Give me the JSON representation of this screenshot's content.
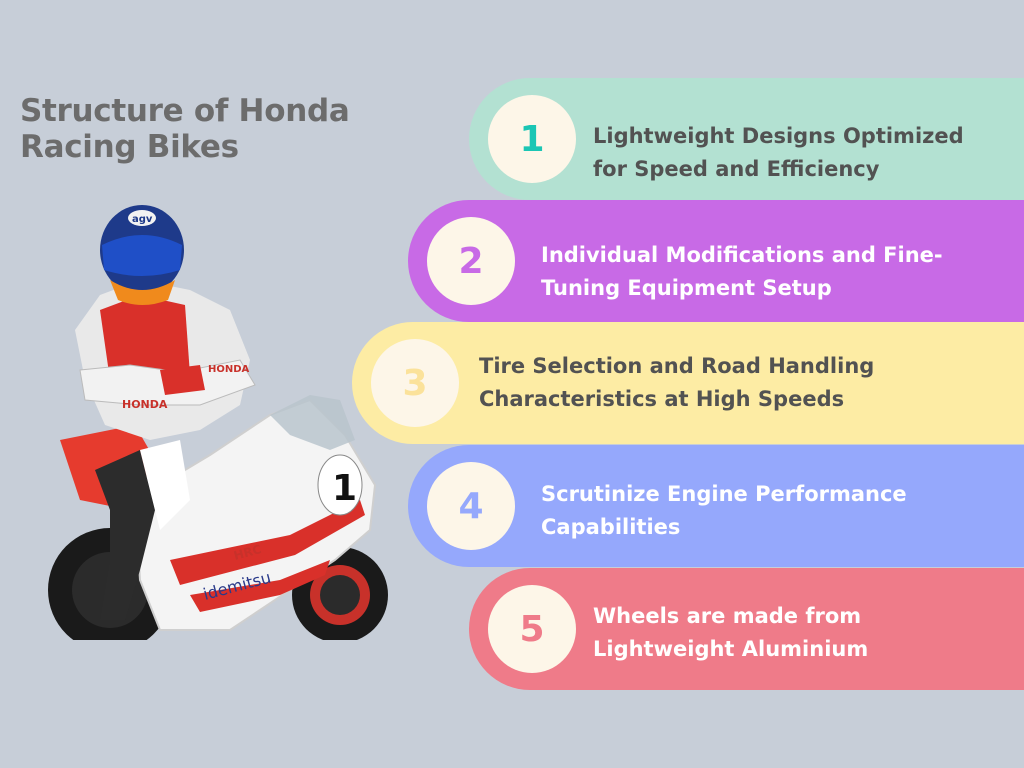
{
  "title": "Structure of Honda Racing Bikes",
  "colors": {
    "background": "#c7ced8",
    "title": "#6c6c6c",
    "item1": "#b3e1d2",
    "item2": "#c86ae6",
    "item3": "#fdeca4",
    "item4": "#95a8fc",
    "item5": "#ef7b89"
  },
  "items": [
    {
      "number": "1",
      "text": " Lightweight Designs Optimized\nfor Speed and Efficiency"
    },
    {
      "number": "2",
      "text": "Individual Modifications and Fine-\nTuning Equipment Setup"
    },
    {
      "number": "3",
      "text": "Tire Selection and Road Handling\nCharacteristics at High Speeds"
    },
    {
      "number": "4",
      "text": "Scrutinize Engine Performance\nCapabilities"
    },
    {
      "number": "5",
      "text": "Wheels are made from\nLightweight Aluminium"
    }
  ],
  "photo": {
    "decals": {
      "helmet": "agv",
      "suit": "HONDA",
      "suit_arm": "HONDA",
      "race_number": "1",
      "sponsor": "idemitsu",
      "sponsor2": "HRC"
    }
  }
}
